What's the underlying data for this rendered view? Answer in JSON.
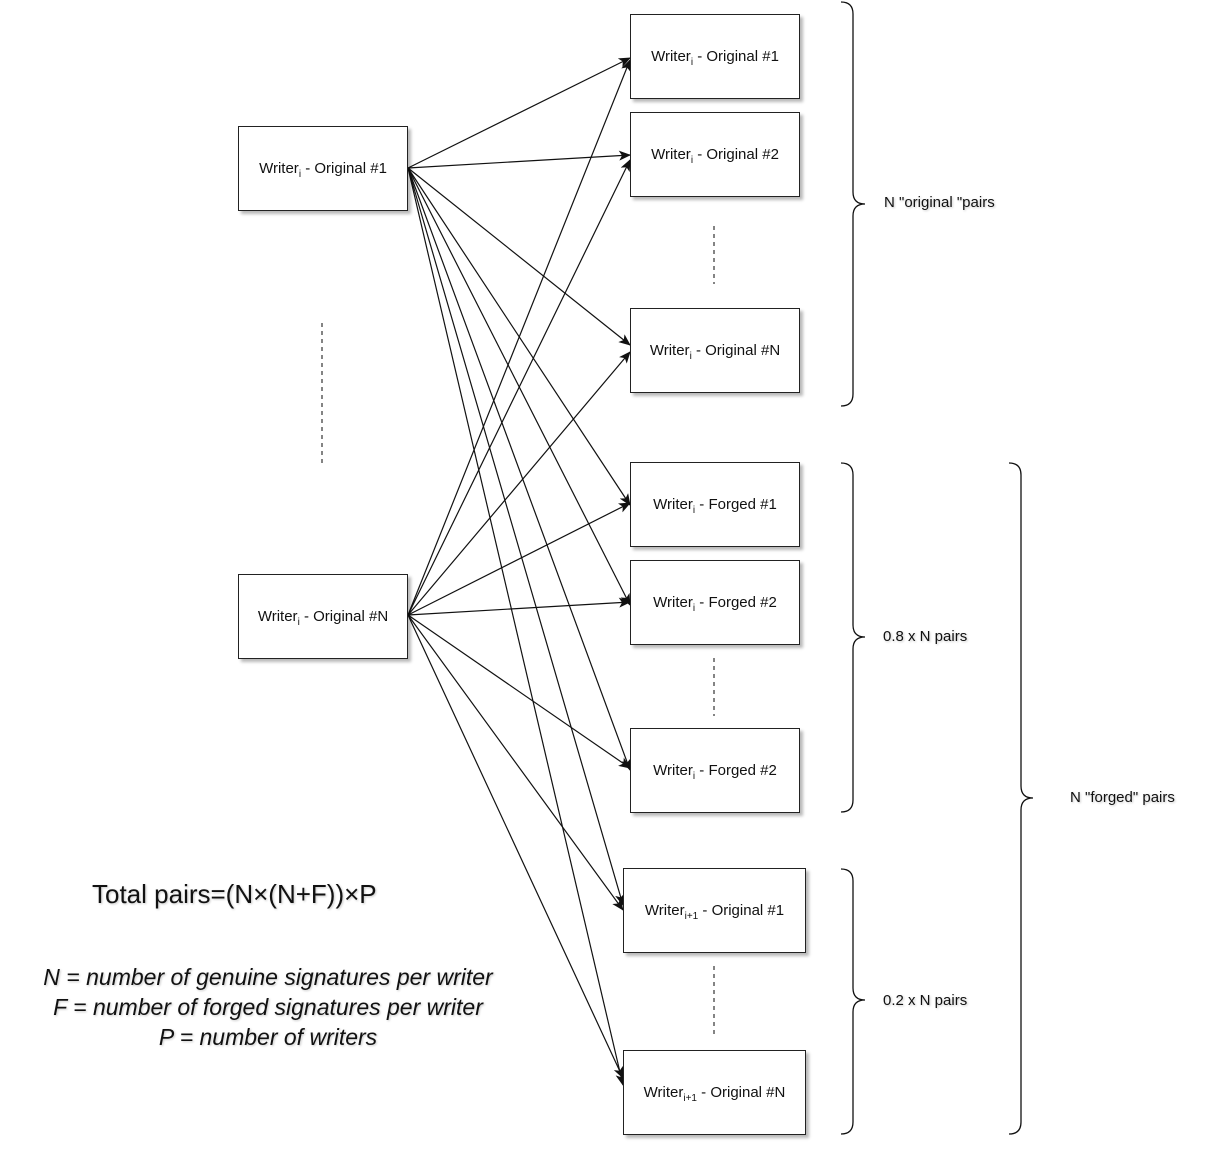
{
  "nodes": {
    "left_top": {
      "prefix": "Writer",
      "sub": "i",
      "suffix": " - Original #1"
    },
    "left_bot": {
      "prefix": "Writer",
      "sub": "i",
      "suffix": " - Original #N"
    },
    "r_orig1": {
      "prefix": "Writer",
      "sub": "i",
      "suffix": " - Original #1"
    },
    "r_orig2": {
      "prefix": "Writer",
      "sub": "i",
      "suffix": " - Original #2"
    },
    "r_origN": {
      "prefix": "Writer",
      "sub": "i",
      "suffix": " - Original #N"
    },
    "r_forg1": {
      "prefix": "Writer",
      "sub": "i",
      "suffix": " - Forged #1"
    },
    "r_forg2": {
      "prefix": "Writer",
      "sub": "i",
      "suffix": " - Forged #2"
    },
    "r_forg2b": {
      "prefix": "Writer",
      "sub": "i",
      "suffix": " - Forged #2"
    },
    "r_next1": {
      "prefix": "Writer",
      "sub": "i+1",
      "suffix": " - Original #1"
    },
    "r_nextN": {
      "prefix": "Writer",
      "sub": "i+1",
      "suffix": " - Original #N"
    }
  },
  "braces": {
    "original": "N \"original \"pairs",
    "forged_08": "0.8 x  N pairs",
    "forged_02": "0.2 x  N pairs",
    "forged_all": "N \"forged\" pairs"
  },
  "formula": "Total pairs=(N×(N+F))×P",
  "legend": [
    "N = number of genuine signatures per writer",
    "F = number of forged signatures per writer",
    "P = number of writers"
  ],
  "colors": {
    "line": "#111111",
    "box_border": "#222222"
  }
}
